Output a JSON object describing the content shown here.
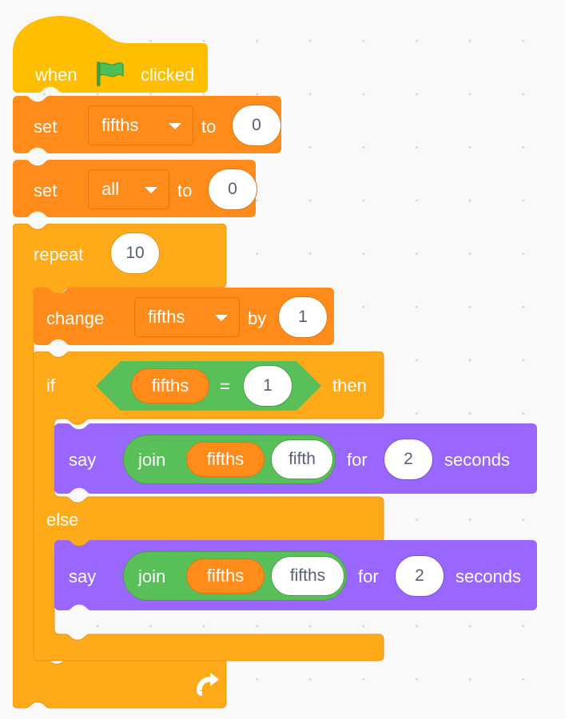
{
  "canvas": {
    "background": "#f9f9f9",
    "dot_color": "#d9d9d9"
  },
  "palette": {
    "events": "#ffbf00",
    "data": "#ff8c1a",
    "control": "#ffab19",
    "looks": "#9966ff",
    "operators": "#59c059",
    "input_text": "#575e75",
    "label_text": "#ffffff"
  },
  "script": {
    "hat": {
      "label_before": "when",
      "label_after": "clicked",
      "icon": "green-flag-icon"
    },
    "set_fifths": {
      "label": "set",
      "variable": "fifths",
      "to_label": "to",
      "value": "0"
    },
    "set_all": {
      "label": "set",
      "variable": "all",
      "to_label": "to",
      "value": "0"
    },
    "repeat": {
      "label": "repeat",
      "times": "10",
      "loop_icon": "loop-arrow-icon"
    },
    "change_fifths": {
      "label": "change",
      "variable": "fifths",
      "by_label": "by",
      "value": "1"
    },
    "if_else": {
      "if_label": "if",
      "then_label": "then",
      "else_label": "else",
      "condition": {
        "operator": "=",
        "left_variable": "fifths",
        "right_value": "1"
      }
    },
    "say_if": {
      "say_label": "say",
      "join_label": "join",
      "join_arg1_variable": "fifths",
      "join_arg2_text": "fifth",
      "for_label": "for",
      "seconds_value": "2",
      "seconds_label": "seconds"
    },
    "say_else": {
      "say_label": "say",
      "join_label": "join",
      "join_arg1_variable": "fifths",
      "join_arg2_text": "fifths",
      "for_label": "for",
      "seconds_value": "2",
      "seconds_label": "seconds"
    }
  }
}
